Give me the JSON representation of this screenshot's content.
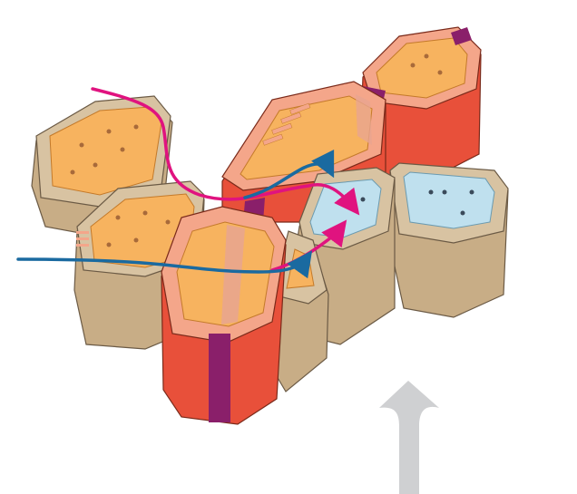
{
  "diagram": {
    "colors": {
      "background": "#ffffff",
      "wall_outer": "#d8c3a2",
      "wall_side": "#c8ad86",
      "wall_dark": "#a98d66",
      "cytoplasm": "#f7b35f",
      "endodermis_wall": "#f4a68a",
      "endodermis_side": "#e8503a",
      "endodermis_dark": "#c83a2a",
      "casparian_strip": "#8a1f6a",
      "pericycle_fill": "#bfe0ee",
      "apoplastic_path": "#e0137f",
      "symplastic_path": "#1a6aa0",
      "upward_arrow": "#cfd0d2",
      "organelle_dot": "#a86a3a"
    },
    "elements": [
      {
        "name": "epidermis-cell",
        "layer": "outer"
      },
      {
        "name": "cortex-cell",
        "layer": "cortex"
      },
      {
        "name": "endodermis-cell",
        "layer": "endodermis"
      },
      {
        "name": "casparian-strip",
        "layer": "endodermis"
      },
      {
        "name": "pericycle-cell",
        "layer": "stele"
      },
      {
        "name": "apoplastic-route",
        "kind": "path"
      },
      {
        "name": "symplastic-route",
        "kind": "path"
      },
      {
        "name": "upward-flow-arrow",
        "kind": "arrow"
      }
    ]
  }
}
